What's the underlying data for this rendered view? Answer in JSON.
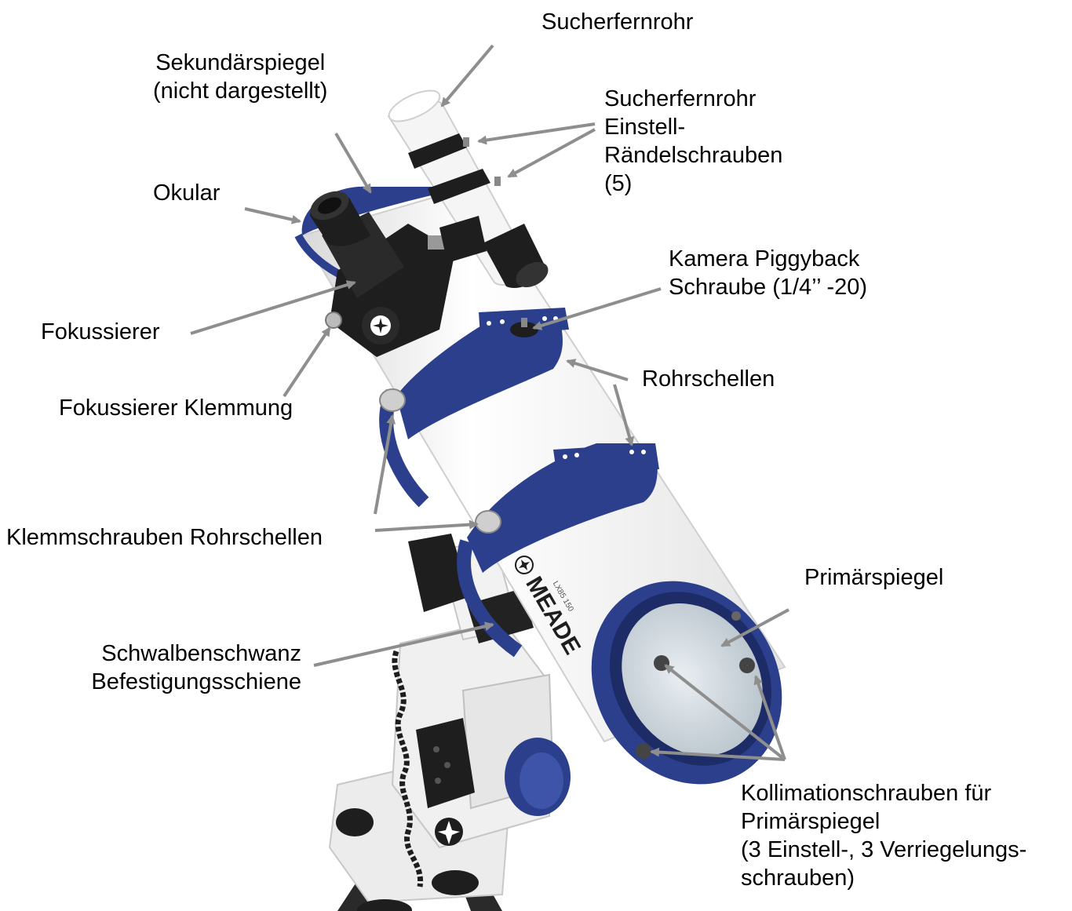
{
  "figure": {
    "labels": {
      "finder": "Sucherfernrohr",
      "secondary_mirror": "Sekundärspiegel\n(nicht dargestellt)",
      "finder_screws": "Sucherfernrohr\nEinstell-\nRändelschrauben\n(5)",
      "eyepiece": "Okular",
      "camera_bolt": "Kamera Piggyback\nSchraube (1/4’’ -20)",
      "focuser": "Fokussierer",
      "tube_rings": "Rohrschellen",
      "focuser_lock": "Fokussierer Klemmung",
      "ring_lock_screws": "Klemmschrauben Rohrschellen",
      "primary_mirror": "Primärspiegel",
      "dovetail": "Schwalbenschwanz\nBefestigungsschiene",
      "collimation_screws": "Kollimationschrauben für\nPrimärspiegel\n(3 Einstell-, 3 Verriegelungs-\nschrauben)"
    },
    "logo": {
      "brand": "MEADE",
      "model": "LX85 150"
    },
    "colors": {
      "tube": "#f7f7f7",
      "ring": "#2b3f8c",
      "ring_dark": "#1d2c66",
      "black_parts": "#1e1e1e",
      "arrow": "#8e8e8e",
      "mount": "#ececec"
    }
  }
}
